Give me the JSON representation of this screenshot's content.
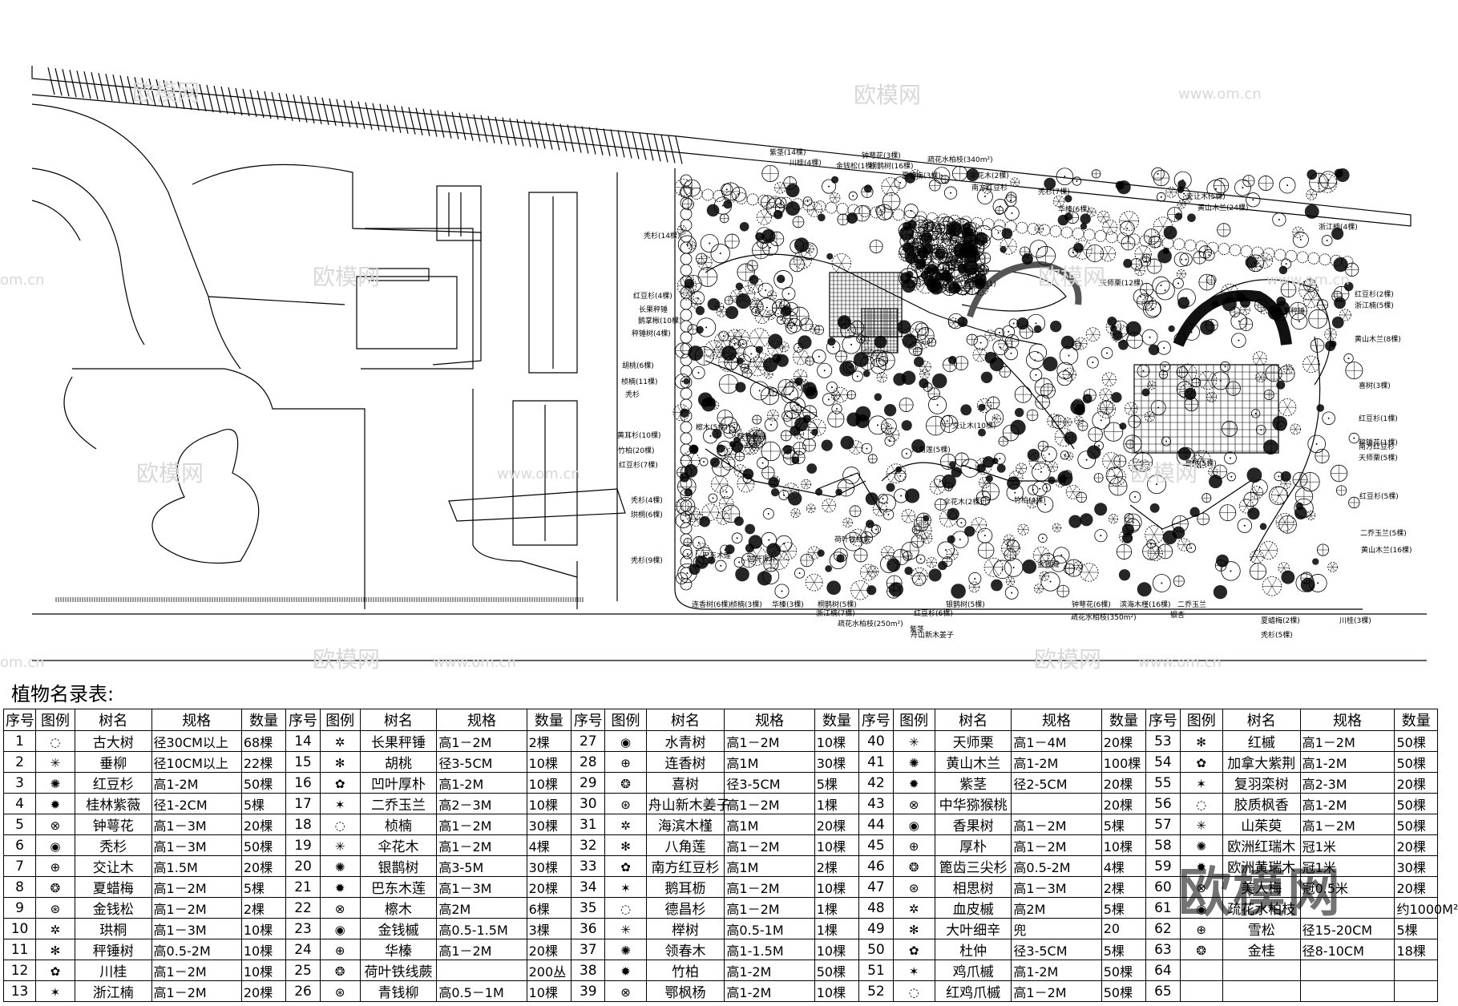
{
  "watermarks": {
    "logo": "欧模网",
    "url": "www.om.cn",
    "url_left": "om.cn"
  },
  "plan_labels": [
    "紫茎(14棵)",
    "川桂(4棵)",
    "金钱松(1棵)",
    "钟萼花(3棵)",
    "桐鹊树(16棵)",
    "夏蜡梅(3棵)",
    "疏花水柏枝(340m²)",
    "伞花木(2棵)",
    "南方红豆杉",
    "秃杉(7棵)",
    "华榛(6棵)",
    "交让木(5棵)",
    "黄山木兰(24棵)",
    "浙江楠(4棵)",
    "秃杉(14棵)",
    "红豆杉(4棵)",
    "长果秤锤",
    "鹅掌楸(10棵)",
    "秤锤树(4棵)",
    "胡桃(6棵)",
    "桢楠(11棵)",
    "秃杉",
    "金钱松(1)",
    "天师栗(12棵)",
    "红豆杉(2棵)",
    "浙江楠(5棵)",
    "长果秤锤",
    "黄山木兰(8棵)",
    "喜树(3棵)",
    "红豆杉(1棵)",
    "秤锤花(1棵)",
    "南方红豆杉",
    "天师栗(5棵)",
    "红豆杉(5棵)",
    "二乔玉兰(5棵)",
    "黄山木兰(16棵)",
    "川桂(3棵)",
    "夏蜡梅(2棵)",
    "秃杉(5棵)",
    "檫木(5棵)",
    "黄耳杉(10棵)",
    "竹柏(20棵)",
    "红豆杉(7棵)",
    "秃杉(4棵)",
    "珙桐(6棵)",
    "秃杉(9棵)",
    "连香树(6棵)",
    "桢楠(3棵)",
    "华榛(3棵)",
    "桐鹊树(5棵)",
    "浙江楠(7棵)",
    "疏花水柏枝(250m²)",
    "红豆杉(6棵)",
    "紫茎",
    "舟山新木姜子",
    "银鹊树(5棵)",
    "钟萼花(6棵)",
    "疏花水柏枝(350m²)",
    "滨海木槿(16棵)",
    "二乔玉兰",
    "喜树(5棵)",
    "八角莲(5棵)",
    "交让木(10棵)",
    "伞花木(2棵)",
    "竹柏(4棵)",
    "桂林紫薇",
    "荷叶铁线蕨",
    "巴东木莲",
    "凹叶厚朴",
    "金钱槭",
    "银杏"
  ],
  "plant_list": {
    "title": "植物名录表:",
    "headers": [
      "序号",
      "图例",
      "树名",
      "规格",
      "数量"
    ],
    "columns": [
      [
        {
          "no": "1",
          "name": "古大树",
          "spec": "径30CM以上",
          "qty": "68棵"
        },
        {
          "no": "2",
          "name": "垂柳",
          "spec": "径10CM以上",
          "qty": "22棵"
        },
        {
          "no": "3",
          "name": "红豆杉",
          "spec": "高1-2M",
          "qty": "50棵"
        },
        {
          "no": "4",
          "name": "桂林紫薇",
          "spec": "径1-2CM",
          "qty": "5棵"
        },
        {
          "no": "5",
          "name": "钟萼花",
          "spec": "高1－3M",
          "qty": "20棵"
        },
        {
          "no": "6",
          "name": "秃杉",
          "spec": "高1－3M",
          "qty": "50棵"
        },
        {
          "no": "7",
          "name": "交让木",
          "spec": "高1.5M",
          "qty": "20棵"
        },
        {
          "no": "8",
          "name": "夏蜡梅",
          "spec": "高1－2M",
          "qty": "5棵"
        },
        {
          "no": "9",
          "name": "金钱松",
          "spec": "高1－2M",
          "qty": "2棵"
        },
        {
          "no": "10",
          "name": "珙桐",
          "spec": "高1－3M",
          "qty": "10棵"
        },
        {
          "no": "11",
          "name": "秤锤树",
          "spec": "高0.5-2M",
          "qty": "10棵"
        },
        {
          "no": "12",
          "name": "川桂",
          "spec": "高1－2M",
          "qty": "10棵"
        },
        {
          "no": "13",
          "name": "浙江楠",
          "spec": "高1－2M",
          "qty": "20棵"
        }
      ],
      [
        {
          "no": "14",
          "name": "长果秤锤",
          "spec": "高1－2M",
          "qty": "2棵"
        },
        {
          "no": "15",
          "name": "胡桃",
          "spec": "径3-5CM",
          "qty": "10棵"
        },
        {
          "no": "16",
          "name": "凹叶厚朴",
          "spec": "高1-2M",
          "qty": "10棵"
        },
        {
          "no": "17",
          "name": "二乔玉兰",
          "spec": "高2－3M",
          "qty": "10棵"
        },
        {
          "no": "18",
          "name": "桢楠",
          "spec": "高1－2M",
          "qty": "30棵"
        },
        {
          "no": "19",
          "name": "伞花木",
          "spec": "高1－2M",
          "qty": "4棵"
        },
        {
          "no": "20",
          "name": "银鹊树",
          "spec": "高3-5M",
          "qty": "30棵"
        },
        {
          "no": "21",
          "name": "巴东木莲",
          "spec": "高1－3M",
          "qty": "20棵"
        },
        {
          "no": "22",
          "name": "檫木",
          "spec": "高2M",
          "qty": "6棵"
        },
        {
          "no": "23",
          "name": "金钱槭",
          "spec": "高0.5-1.5M",
          "qty": "3棵"
        },
        {
          "no": "24",
          "name": "华榛",
          "spec": "高1－2M",
          "qty": "20棵"
        },
        {
          "no": "25",
          "name": "荷叶铁线蕨",
          "spec": "",
          "qty": "200丛"
        },
        {
          "no": "26",
          "name": "青钱柳",
          "spec": "高0.5－1M",
          "qty": "10棵"
        }
      ],
      [
        {
          "no": "27",
          "name": "水青树",
          "spec": "高1－2M",
          "qty": "10棵"
        },
        {
          "no": "28",
          "name": "连香树",
          "spec": "高1M",
          "qty": "30棵"
        },
        {
          "no": "29",
          "name": "喜树",
          "spec": "径3-5CM",
          "qty": "5棵"
        },
        {
          "no": "30",
          "name": "舟山新木姜子",
          "spec": "高1－2M",
          "qty": "1棵"
        },
        {
          "no": "31",
          "name": "海滨木槿",
          "spec": "高1M",
          "qty": "20棵"
        },
        {
          "no": "32",
          "name": "八角莲",
          "spec": "高1－2M",
          "qty": "10棵"
        },
        {
          "no": "33",
          "name": "南方红豆杉",
          "spec": "高1M",
          "qty": "2棵"
        },
        {
          "no": "34",
          "name": "鹅耳枥",
          "spec": "高1－2M",
          "qty": "10棵"
        },
        {
          "no": "35",
          "name": "德昌杉",
          "spec": "高1－2M",
          "qty": "1棵"
        },
        {
          "no": "36",
          "name": "榉树",
          "spec": "高0.5-1M",
          "qty": "1棵"
        },
        {
          "no": "37",
          "name": "领春木",
          "spec": "高1-1.5M",
          "qty": "10棵"
        },
        {
          "no": "38",
          "name": "竹柏",
          "spec": "高1-2M",
          "qty": "50棵"
        },
        {
          "no": "39",
          "name": "鄂枫杨",
          "spec": "高1-2M",
          "qty": "10棵"
        }
      ],
      [
        {
          "no": "40",
          "name": "天师栗",
          "spec": "高1－4M",
          "qty": "20棵"
        },
        {
          "no": "41",
          "name": "黄山木兰",
          "spec": "高1-2M",
          "qty": "100棵"
        },
        {
          "no": "42",
          "name": "紫茎",
          "spec": "径2-5CM",
          "qty": "20棵"
        },
        {
          "no": "43",
          "name": "中华猕猴桃",
          "spec": "",
          "qty": "20棵"
        },
        {
          "no": "44",
          "name": "香果树",
          "spec": "高1－2M",
          "qty": "5棵"
        },
        {
          "no": "45",
          "name": "厚朴",
          "spec": "高1－2M",
          "qty": "10棵"
        },
        {
          "no": "46",
          "name": "篦齿三尖杉",
          "spec": "高0.5-2M",
          "qty": "4棵"
        },
        {
          "no": "47",
          "name": "相思树",
          "spec": "高1－3M",
          "qty": "2棵"
        },
        {
          "no": "48",
          "name": "血皮槭",
          "spec": "高2M",
          "qty": "5棵"
        },
        {
          "no": "49",
          "name": "大叶细辛",
          "spec": "兜",
          "qty": "20"
        },
        {
          "no": "50",
          "name": "杜仲",
          "spec": "径3-5CM",
          "qty": "5棵"
        },
        {
          "no": "51",
          "name": "鸡爪槭",
          "spec": "高1-2M",
          "qty": "50棵"
        },
        {
          "no": "52",
          "name": "红鸡爪槭",
          "spec": "高1－2M",
          "qty": "50棵"
        }
      ],
      [
        {
          "no": "53",
          "name": "红槭",
          "spec": "高1－2M",
          "qty": "50棵"
        },
        {
          "no": "54",
          "name": "加拿大紫荆",
          "spec": "高1-2M",
          "qty": "50棵"
        },
        {
          "no": "55",
          "name": "复羽栾树",
          "spec": "高2-3M",
          "qty": "20棵"
        },
        {
          "no": "56",
          "name": "胶质枫香",
          "spec": "高1-2M",
          "qty": "50棵"
        },
        {
          "no": "57",
          "name": "山茱萸",
          "spec": "高1－2M",
          "qty": "50棵"
        },
        {
          "no": "58",
          "name": "欧洲红瑞木",
          "spec": "冠1米",
          "qty": "20棵"
        },
        {
          "no": "59",
          "name": "欧洲黄瑞木",
          "spec": "冠1米",
          "qty": "30棵"
        },
        {
          "no": "60",
          "name": "美人梅",
          "spec": "冠0.5米",
          "qty": "20棵"
        },
        {
          "no": "61",
          "name": "疏花水柏枝",
          "spec": "",
          "qty": "约1000M²"
        },
        {
          "no": "62",
          "name": "雪松",
          "spec": "径15-20CM",
          "qty": "5棵"
        },
        {
          "no": "63",
          "name": "金桂",
          "spec": "径8-10CM",
          "qty": "18棵"
        },
        {
          "no": "64",
          "name": "",
          "spec": "",
          "qty": ""
        },
        {
          "no": "65",
          "name": "",
          "spec": "",
          "qty": ""
        }
      ]
    ]
  },
  "stamp": "欧模网"
}
